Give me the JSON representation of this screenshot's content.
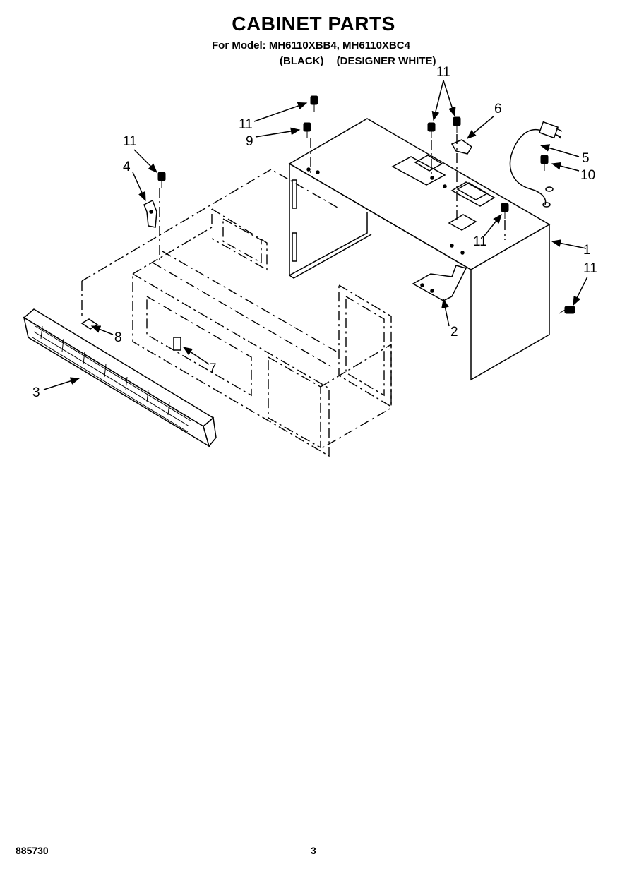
{
  "title": "CABINET PARTS",
  "subtitle": "For Model: MH6110XBB4, MH6110XBC4",
  "variants": [
    "(BLACK)",
    "(DESIGNER WHITE)"
  ],
  "footer": {
    "doc_number": "885730",
    "page": "3"
  },
  "callouts": [
    {
      "id": "c1",
      "label": "1"
    },
    {
      "id": "c2",
      "label": "2"
    },
    {
      "id": "c3",
      "label": "3"
    },
    {
      "id": "c4",
      "label": "4"
    },
    {
      "id": "c5",
      "label": "5"
    },
    {
      "id": "c6",
      "label": "6"
    },
    {
      "id": "c7",
      "label": "7"
    },
    {
      "id": "c8",
      "label": "8"
    },
    {
      "id": "c9",
      "label": "9"
    },
    {
      "id": "c10",
      "label": "10"
    },
    {
      "id": "c11a",
      "label": "11"
    },
    {
      "id": "c11b",
      "label": "11"
    },
    {
      "id": "c11c",
      "label": "11"
    },
    {
      "id": "c11d",
      "label": "11"
    },
    {
      "id": "c11e",
      "label": "11"
    }
  ]
}
